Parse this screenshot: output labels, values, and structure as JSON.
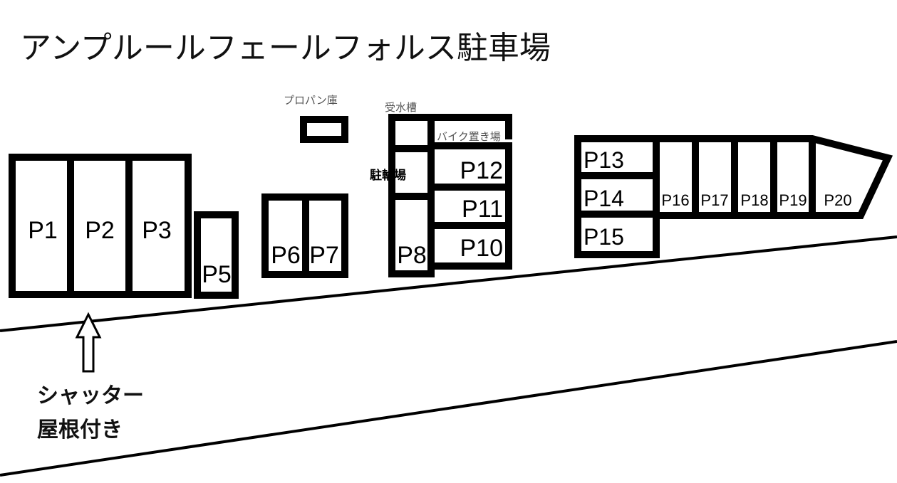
{
  "title": "アンプルールフェールフォルス駐車場",
  "facilities": {
    "propane": "プロパン庫",
    "water_tank": "受水槽",
    "bike_parking": "バイク置き場",
    "bicycle_parking": "駐輪場"
  },
  "spaces": {
    "p1": "P1",
    "p2": "P2",
    "p3": "P3",
    "p5": "P5",
    "p6": "P6",
    "p7": "P7",
    "p8": "P8",
    "p10": "P10",
    "p11": "P11",
    "p12": "P12",
    "p13": "P13",
    "p14": "P14",
    "p15": "P15",
    "p16": "P16",
    "p17": "P17",
    "p18": "P18",
    "p19": "P19",
    "p20": "P20"
  },
  "entrance_note": {
    "line1": "シャッター",
    "line2": "屋根付き",
    "icon": "arrow-up-icon"
  },
  "colors": {
    "line": "#000000",
    "background": "#ffffff"
  }
}
